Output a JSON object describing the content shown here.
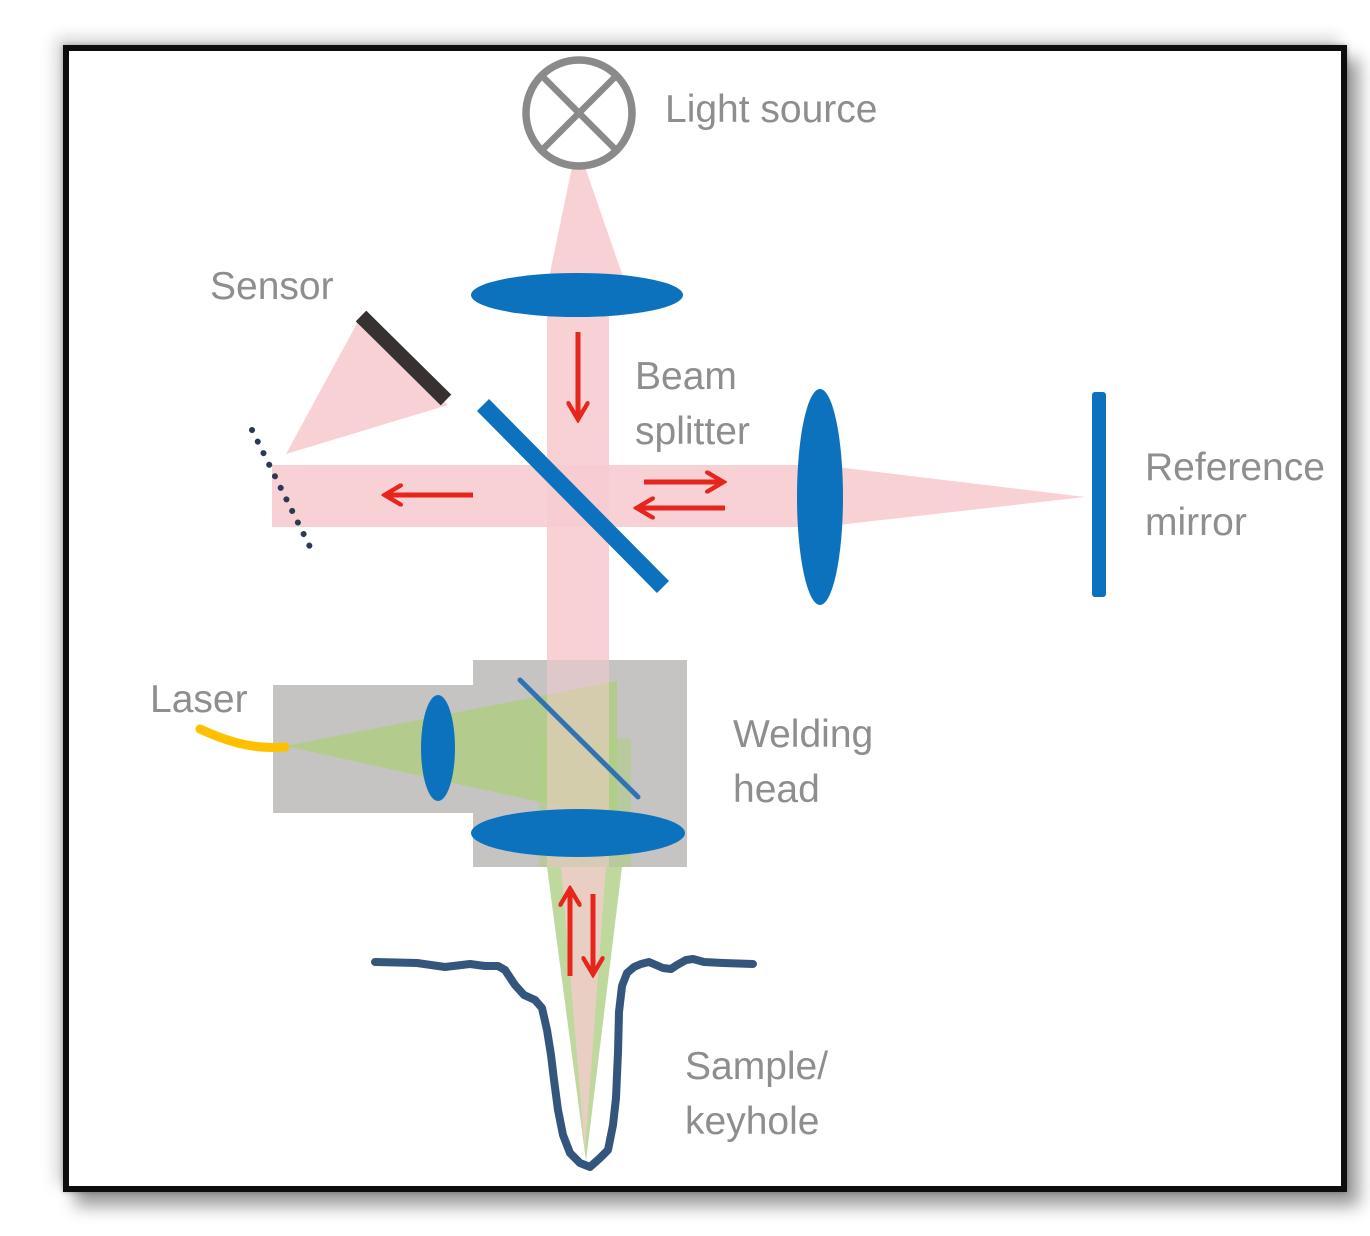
{
  "figure": {
    "type": "optical-schematic",
    "description_components": [
      "light-source",
      "collimating-lens",
      "beam-splitter",
      "sensor",
      "diffraction-grating",
      "reference-arm-lens",
      "reference-mirror",
      "welding-head",
      "laser-fiber",
      "laser-collimating-lens",
      "dichroic-mirror",
      "focusing-lens",
      "sample-keyhole"
    ]
  },
  "labels": {
    "light_source": "Light source",
    "sensor": "Sensor",
    "beam_splitter_line1": "Beam",
    "beam_splitter_line2": "splitter",
    "reference_mirror_line1": "Reference",
    "reference_mirror_line2": "mirror",
    "laser": "Laser",
    "welding_head_line1": "Welding",
    "welding_head_line2": "head",
    "sample_keyhole_line1": "Sample/",
    "sample_keyhole_line2": "keyhole"
  },
  "colors": {
    "optics_blue": "#0d72bd",
    "dichroic_blue": "#2e74b5",
    "beam_pink": "#f7ccd0",
    "arrow_red": "#e6251d",
    "label_gray": "#8e8e8e",
    "laser_green": "#afce84",
    "fiber_yellow": "#ffc000",
    "housing_gray": "#c5c4c3",
    "keyhole_navy": "#35567c",
    "sensor_dark": "#373131",
    "grating_navy": "#2b3a52",
    "source_gray": "#8a8a8a",
    "frame_border": "#0d0d0d"
  }
}
